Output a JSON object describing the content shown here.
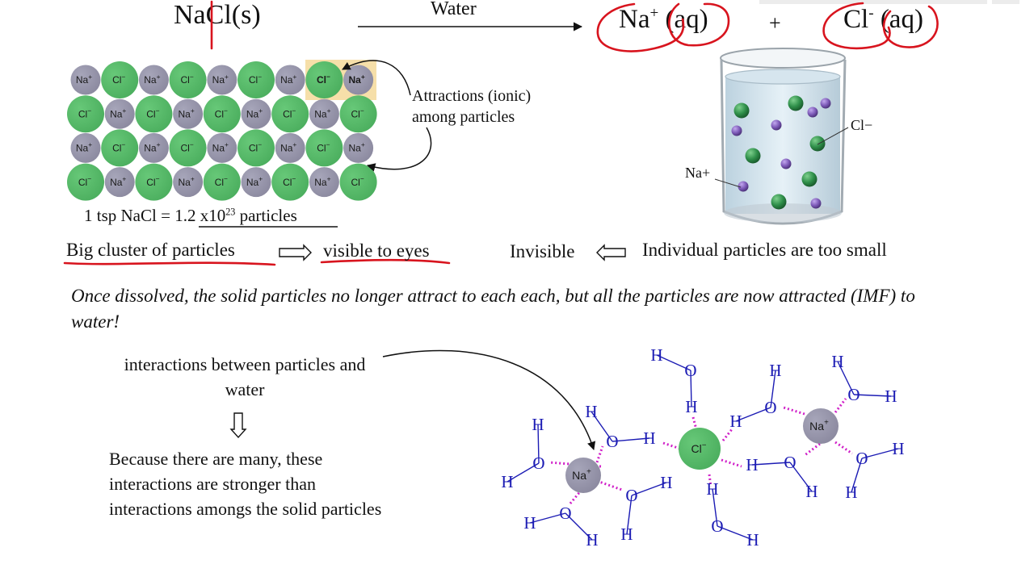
{
  "equation": {
    "reactant": "NaCl(s)",
    "arrow_label": "Water",
    "na_base": "Na",
    "na_charge": "+",
    "na_state": " (aq)",
    "plus": "+",
    "cl_base": "Cl",
    "cl_charge": "-",
    "cl_state": " (aq)"
  },
  "lattice": {
    "rows": [
      [
        "Na+",
        "Cl−",
        "Na+",
        "Cl−",
        "Na+",
        "Cl−",
        "Na+",
        "Cl−",
        "Na+"
      ],
      [
        "Cl−",
        "Na+",
        "Cl−",
        "Na+",
        "Cl−",
        "Na+",
        "Cl−",
        "Na+",
        "Cl−"
      ],
      [
        "Na+",
        "Cl−",
        "Na+",
        "Cl−",
        "Na+",
        "Cl−",
        "Na+",
        "Cl−",
        "Na+"
      ],
      [
        "Cl−",
        "Na+",
        "Cl−",
        "Na+",
        "Cl−",
        "Na+",
        "Cl−",
        "Na+",
        "Cl−"
      ]
    ],
    "na_color": "#9d9aac",
    "cl_color": "#5cbf6e",
    "highlight_color": "#f6dfa9",
    "attractions_label": "Attractions (ionic) among particles",
    "tsp_text_a": "1 tsp NaCl  = ",
    "tsp_text_b": "1.2 x10",
    "tsp_exp": "23",
    "tsp_text_c": " particles"
  },
  "beaker": {
    "cl_label": "Cl−",
    "na_label": "Na+",
    "cl_color": "#2f8f4a",
    "na_color": "#7d5ab8"
  },
  "statements": {
    "big_cluster": "Big cluster of particles",
    "visible": "visible to eyes",
    "invisible": "Invisible",
    "too_small": "Individual particles are too small"
  },
  "dissolved_text": "Once dissolved, the solid particles no longer attract to each each, but all the particles are now attracted (IMF) to water!",
  "interactions_text": "interactions between particles and water",
  "because_text": "Because there are many, these interactions are stronger than interactions amongs the solid particles",
  "hydration": {
    "na_ion": "Na+",
    "cl_ion": "Cl−",
    "water_color": "#1c1cb4",
    "bond_color": "#d020c8"
  },
  "annotation_color": "#d8141e"
}
